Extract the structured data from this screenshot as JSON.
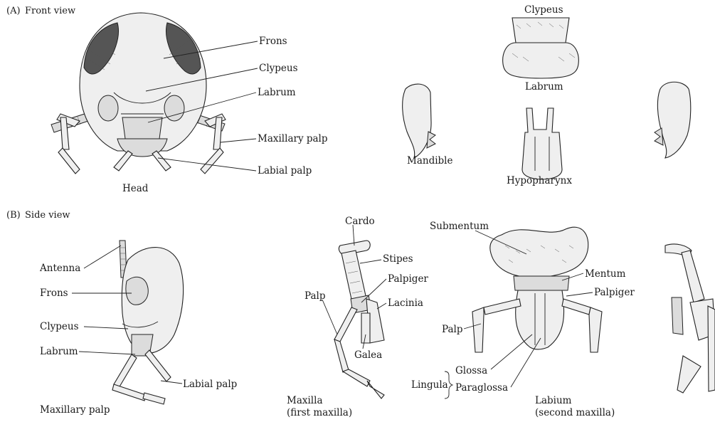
{
  "sections": {
    "a": {
      "letter": "(A)",
      "title": "Front view"
    },
    "b": {
      "letter": "(B)",
      "title": "Side view"
    }
  },
  "front": {
    "frons": "Frons",
    "clypeus": "Clypeus",
    "labrum": "Labrum",
    "maxillary_palp": "Maxillary palp",
    "labial_palp": "Labial palp",
    "caption": "Head"
  },
  "parts": {
    "clypeus": "Clypeus",
    "labrum": "Labrum",
    "mandible": "Mandible",
    "hypopharynx": "Hypopharynx"
  },
  "side": {
    "antenna": "Antenna",
    "frons": "Frons",
    "clypeus": "Clypeus",
    "labrum": "Labrum",
    "labial_palp": "Labial palp",
    "maxillary_palp": "Maxillary palp"
  },
  "maxilla": {
    "cardo": "Cardo",
    "stipes": "Stipes",
    "palpiger": "Palpiger",
    "lacinia": "Lacinia",
    "palp": "Palp",
    "galea": "Galea",
    "caption_line1": "Maxilla",
    "caption_line2": "(first maxilla)"
  },
  "labium": {
    "submentum": "Submentum",
    "mentum": "Mentum",
    "palpiger": "Palpiger",
    "palp": "Palp",
    "lingula": "Lingula",
    "glossa": "Glossa",
    "paraglossa": "Paraglossa",
    "caption_line1": "Labium",
    "caption_line2": "(second maxilla)"
  }
}
